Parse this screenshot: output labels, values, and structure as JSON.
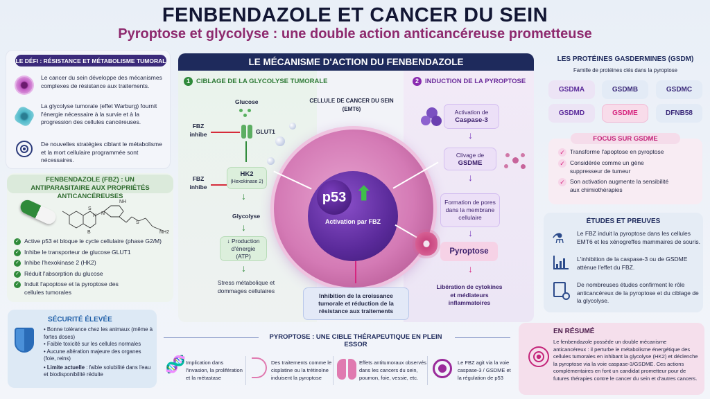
{
  "header": {
    "title": "FENBENDAZOLE ET CANCER DU SEIN",
    "subtitle": "Pyroptose et glycolyse : une double action anticancéreuse prometteuse"
  },
  "challenge": {
    "title": "LE DÉFI : RÉSISTANCE ET MÉTABOLISME TUMORAL",
    "items": [
      {
        "icon": "cancer-cell-icon",
        "text": "Le cancer du sein développe des mécanismes complexes de résistance aux traitements."
      },
      {
        "icon": "tumor-cell-icon",
        "text": "La glycolyse tumorale (effet Warburg) fournit l'énergie nécessaire à la survie et à la progression des cellules cancéreuses."
      },
      {
        "icon": "target-icon",
        "text": "De nouvelles stratégies ciblant le métabolisme et la mort cellulaire programmée sont nécessaires."
      }
    ]
  },
  "fbz": {
    "title": "FENBENDAZOLE (FBZ) : UN ANTIPARASITAIRE AUX PROPRIÉTÉS ANTICANCÉREUSES",
    "molecule_labels": [
      "S",
      "N",
      "B",
      "NH",
      "N",
      "S",
      "NH2"
    ],
    "items": [
      "Active p53 et bloque le cycle cellulaire (phase G2/M)",
      "Inhibe le transporteur de glucose GLUT1",
      "Inhibe l'hexokinase 2 (HK2)",
      "Réduit l'absorption du glucose",
      "Induit l'apoptose et la pyroptose des cellules tumorales"
    ]
  },
  "safety": {
    "title": "SÉCURITÉ ÉLEVÉE",
    "items": [
      "Bonne tolérance chez les animaux (même à fortes doses)",
      "Faible toxicité sur les cellules normales",
      "Aucune altération majeure des organes (foie, reins)"
    ],
    "limit_label": "Limite actuelle",
    "limit_text": " : faible solubilité dans l'eau et biodisponibilité réduite"
  },
  "mechanism": {
    "title": "LE MÉCANISME D'ACTION DU FENBENDAZOLE",
    "glycolysis": {
      "num": "1",
      "title": "CIBLAGE DE LA GLYCOLYSE TUMORALE",
      "glucose": "Glucose",
      "fbz_inhibit": "FBZ inhibe",
      "glut1": "GLUT1",
      "hk2": "HK2",
      "hk2_sub": "(Hexokinase 2)",
      "glycolyse": "Glycolyse",
      "production": "↓ Production d'énergie (ATP)",
      "stress": "Stress métabolique et dommages cellulaires"
    },
    "cell": {
      "label": "CELLULE DE CANCER DU SEIN",
      "label_sub": "(EMT6)",
      "p53": "p53",
      "activation": "Activation par FBZ",
      "inhibition": "Inhibition de la croissance tumorale et réduction de la résistance aux traitements"
    },
    "pyroptosis": {
      "num": "2",
      "title": "INDUCTION DE LA PYROPTOSE",
      "caspase_a": "Activation de",
      "caspase_b": "Caspase-3",
      "gsdme_a": "Clivage de",
      "gsdme_b": "GSDME",
      "pores": "Formation de pores dans la membrane cellulaire",
      "pyroptose": "Pyroptose",
      "release": "Libération de cytokines et médiateurs inflammatoires"
    }
  },
  "gsdm": {
    "title": "LES PROTÉINES GASDERMINES (GSDM)",
    "subtitle": "Famille de protéines clés dans la pyroptose",
    "proteins": [
      "GSDMA",
      "GSDMB",
      "GSDMC",
      "GSDMD",
      "GSDME",
      "DFNB58"
    ],
    "focus_title": "FOCUS SUR GSDME",
    "focus_items": [
      "Transforme l'apoptose en pyroptose",
      "Considérée comme un gène suppresseur de tumeur",
      "Son activation augmente la sensibilité aux chimiothérapies"
    ]
  },
  "studies": {
    "title": "ÉTUDES ET PREUVES",
    "items": [
      {
        "icon": "lab-flask-icon",
        "text": "Le FBZ induit la pyroptose dans les cellules EMT6 et les xénogreffes mammaires de souris."
      },
      {
        "icon": "chart-growth-icon",
        "text": "L'inhibition de la caspase-3 ou de GSDME atténue l'effet du FBZ."
      },
      {
        "icon": "document-search-icon",
        "text": "De nombreuses études confirment le rôle anticancéreux de la pyroptose et du ciblage de la glycolyse."
      }
    ]
  },
  "therapeutic": {
    "title": "PYROPTOSE : UNE CIBLE THÉRAPEUTIQUE EN PLEIN ESSOR",
    "items": [
      {
        "icon": "dna-icon",
        "text": "Implication dans l'invasion, la prolifération et la métastase"
      },
      {
        "icon": "breast-icon",
        "text": "Des traitements comme le cisplatine ou la trétinoïne induisent la pyroptose"
      },
      {
        "icon": "lungs-icon",
        "text": "Effets antitumoraux observés dans les cancers du sein, poumon, foie, vessie, etc."
      },
      {
        "icon": "target-icon",
        "text": "Le FBZ agit via la voie caspase-3 / GSDME et la régulation de p53"
      }
    ]
  },
  "summary": {
    "title": "EN RÉSUMÉ",
    "text": "Le fenbendazole possède un double mécanisme anticancéreux : il perturbe le métabolisme énergétique des cellules tumorales en inhibant la glycolyse (HK2) et déclenche la pyroptose via la voie caspase-3/GSDME. Ces actions complémentaires en font un candidat prometteur pour de futures thérapies contre le cancer du sein et d'autres cancers."
  },
  "colors": {
    "navy": "#1e2a5c",
    "purple": "#6a2a9a",
    "magenta": "#d6257f",
    "green": "#2f8a3a",
    "title_sub": "#8e2a6e"
  }
}
